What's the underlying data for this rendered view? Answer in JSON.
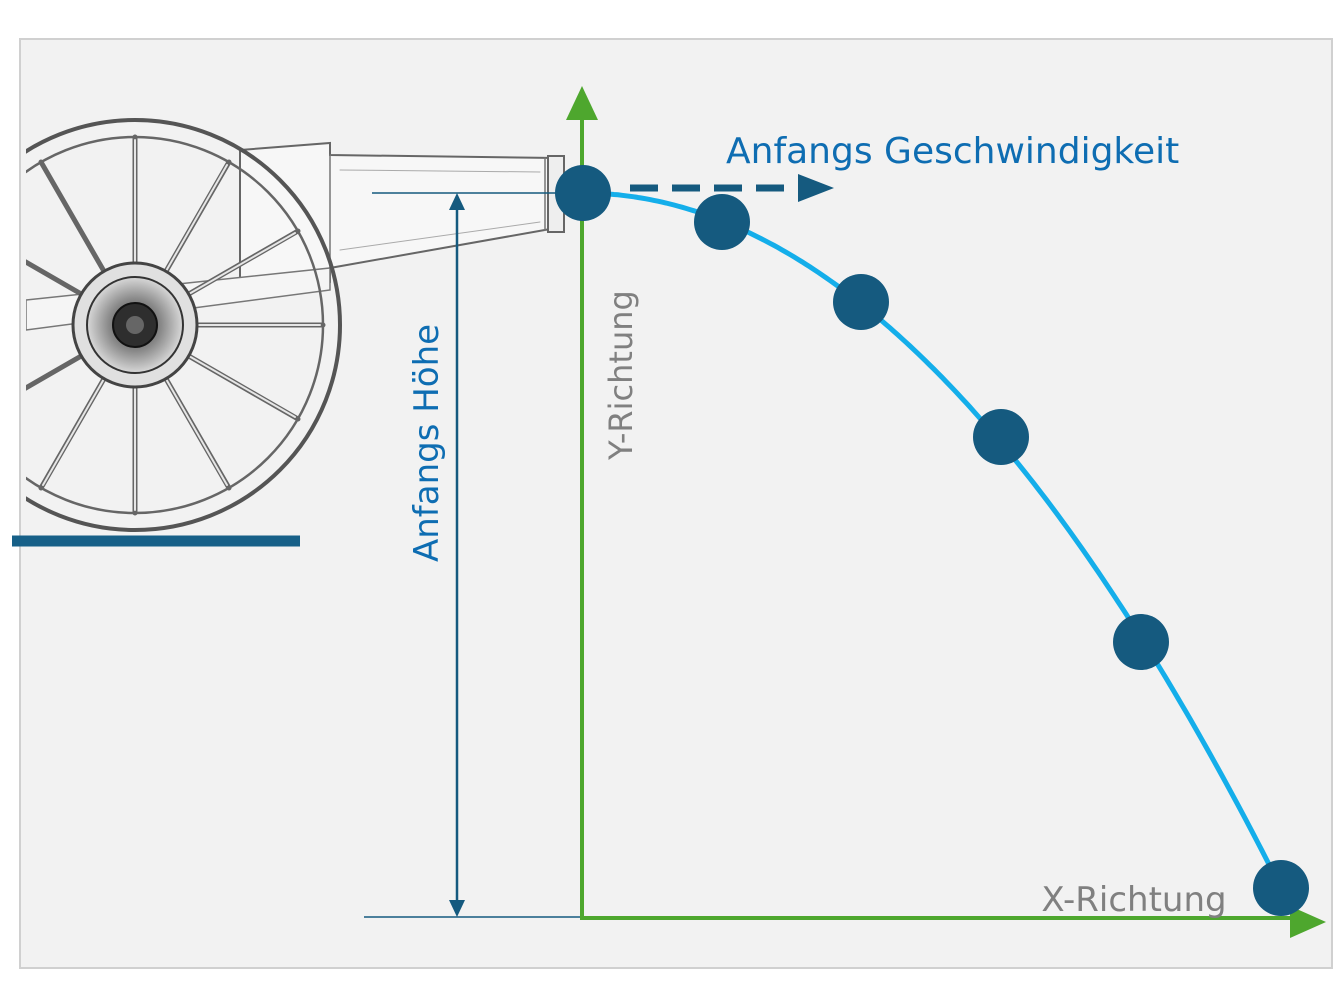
{
  "labels": {
    "initial_velocity": "Anfangs Geschwindigkeit",
    "initial_height": "Anfangs Höhe",
    "y_direction": "Y-Richtung",
    "x_direction": "X-Richtung"
  },
  "colors": {
    "background": "#f2f2f2",
    "frame": "#d0d0d0",
    "axis": "#4ea72e",
    "trajectory": "#14aeea",
    "projectile": "#155a7f",
    "label_blue": "#0e6db2",
    "label_gray": "#808080",
    "ground": "#176088",
    "cannon_line": "#555555"
  },
  "icons": {
    "cannon": "cannon-illustration"
  }
}
